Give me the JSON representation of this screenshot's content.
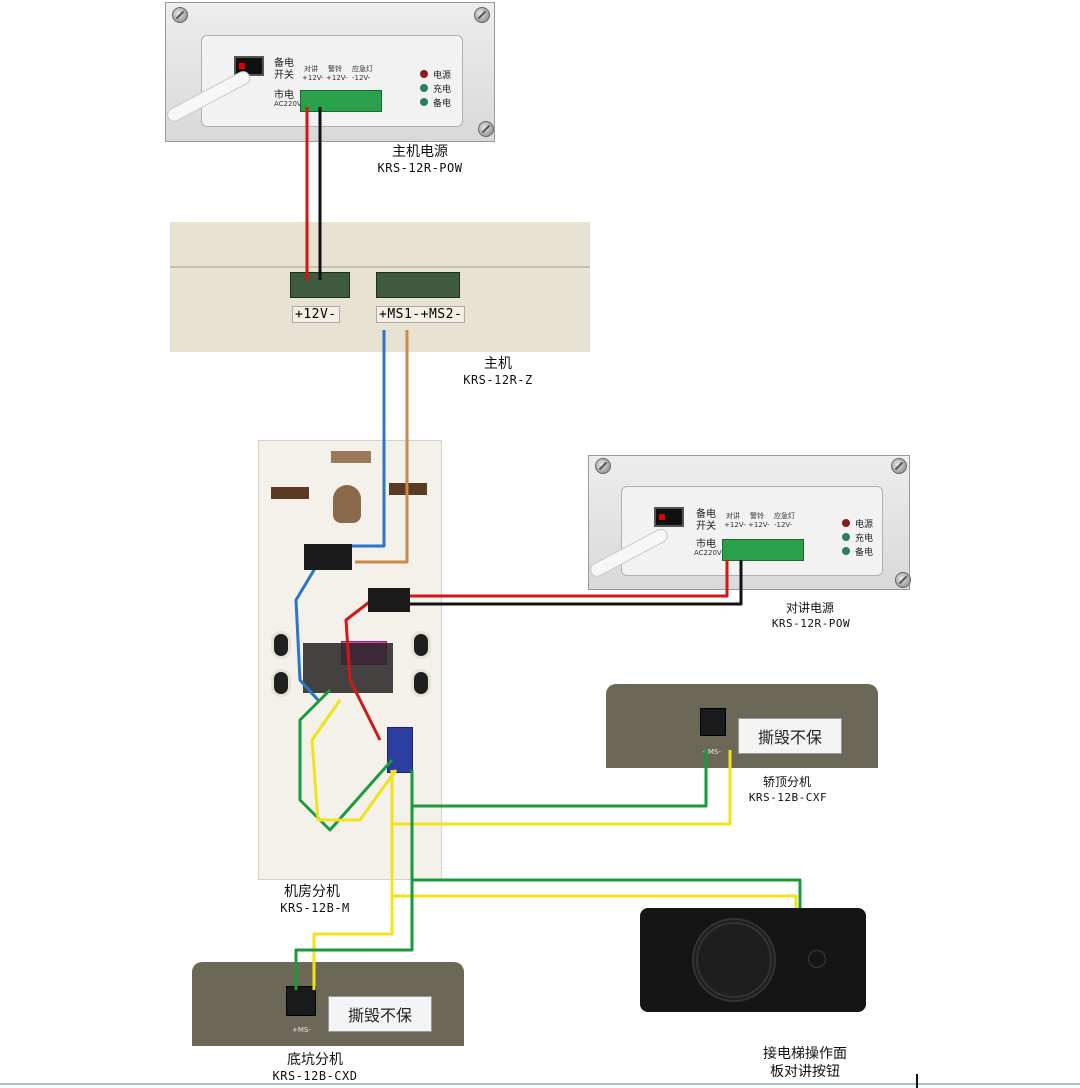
{
  "main_power": {
    "name": "主机电源",
    "model": "KRS-12R-POW",
    "switch_label_1": "备电",
    "switch_label_2": "开关",
    "mains_label": "市电",
    "mains_voltage": "AC220V",
    "terminal_labels": [
      "对讲",
      "警铃",
      "应急灯"
    ],
    "terminal_voltages": [
      "+12V-",
      "+12V-",
      "-12V-"
    ],
    "leds": [
      {
        "label": "电源",
        "color": "#8b1a1a"
      },
      {
        "label": "充电",
        "color": "#2e7d5b"
      },
      {
        "label": "备电",
        "color": "#2e7d5b"
      }
    ]
  },
  "host": {
    "name": "主机",
    "model": "KRS-12R-Z",
    "terminal_left": "+12V-",
    "terminal_right": "+MS1-+MS2-"
  },
  "intercom_power": {
    "name": "对讲电源",
    "model": "KRS-12R-POW",
    "switch_label_1": "备电",
    "switch_label_2": "开关",
    "mains_label": "市电",
    "mains_voltage": "AC220V",
    "terminal_labels": [
      "对讲",
      "警铃",
      "应急灯"
    ],
    "terminal_voltages": [
      "+12V-",
      "+12V-",
      "-12V-"
    ],
    "leds": [
      {
        "label": "电源",
        "color": "#8b1a1a"
      },
      {
        "label": "充电",
        "color": "#2e7d5b"
      },
      {
        "label": "备电",
        "color": "#2e7d5b"
      }
    ]
  },
  "car_top": {
    "name": "轿顶分机",
    "model": "KRS-12B-CXF",
    "terminal": "+MS-",
    "sticker": "撕毁不保"
  },
  "machine_room": {
    "name": "机房分机",
    "model": "KRS-12B-M"
  },
  "pit": {
    "name": "底坑分机",
    "model": "KRS-12B-CXD",
    "terminal": "+MS-",
    "sticker": "撕毁不保"
  },
  "car_panel": {
    "name_line1": "接电梯操作面",
    "name_line2": "板对讲按钮"
  },
  "wire_colors": {
    "red": "#d01818",
    "black": "#111111",
    "blue": "#2b74c9",
    "brown": "#c98a4a",
    "green": "#1a9a3a",
    "yellow": "#f2e21a"
  }
}
